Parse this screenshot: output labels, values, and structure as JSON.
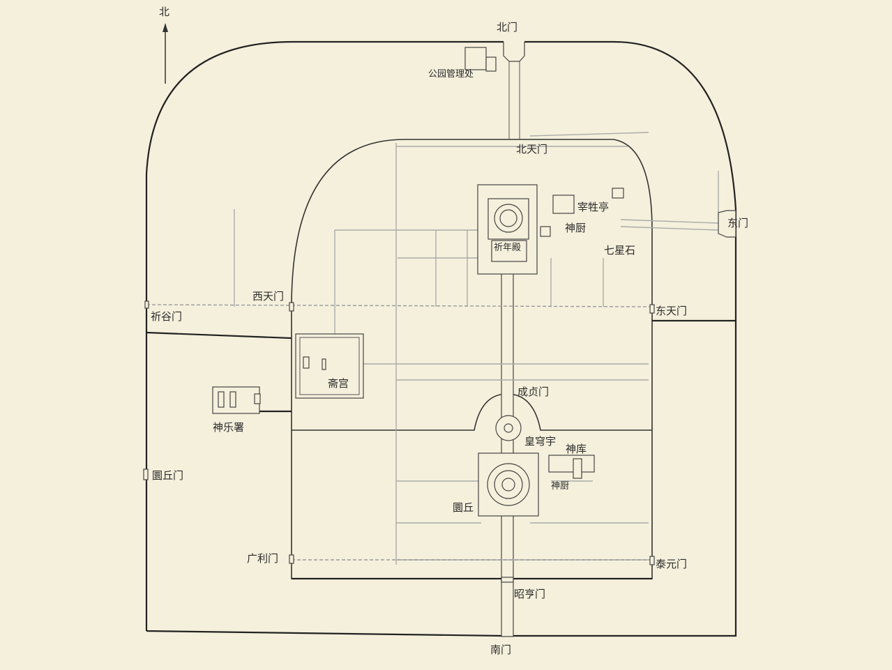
{
  "map": {
    "compass": "北",
    "gates": {
      "north_gate": "北门",
      "east_gate": "东门",
      "south_gate": "南门",
      "north_heaven_gate": "北天门",
      "west_heaven_gate": "西天门",
      "east_heaven_gate": "东天门",
      "qigu_gate": "祈谷门",
      "yuanqiu_gate": "圜丘门",
      "guangli_gate": "广利门",
      "taiyuan_gate": "泰元门",
      "zhaoheng_gate": "昭亨门",
      "chengzhen_gate": "成贞门"
    },
    "buildings": {
      "park_office": "公园管理处",
      "slaughter_pavilion": "宰牲亭",
      "divine_kitchen_north": "神厨",
      "seven_star_stones": "七星石",
      "hall_of_prayer": "祈年殿",
      "abstinence_palace": "斋宫",
      "divine_music_office": "神乐署",
      "imperial_vault": "皇穹宇",
      "divine_storehouse": "神库",
      "divine_kitchen_south": "神厨",
      "circular_mound": "圜丘"
    }
  }
}
